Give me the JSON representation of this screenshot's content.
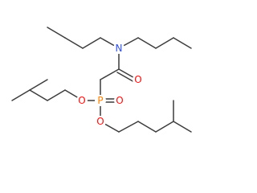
{
  "atoms": {
    "nitrogen": {
      "label": "N",
      "color": "#3050f8"
    },
    "carbonyl_oxygen": {
      "label": "O",
      "color": "#ff0d0d"
    },
    "phosphorus": {
      "label": "P",
      "color": "#ff8000"
    },
    "phosphoryl_oxygen": {
      "label": "O",
      "color": "#ff0d0d"
    },
    "ester_oxygen_left": {
      "label": "O",
      "color": "#ff0d0d"
    },
    "ester_oxygen_right": {
      "label": "O",
      "color": "#ff0d0d"
    }
  },
  "colors": {
    "bond": "#3c3c3c",
    "background": "#ffffff"
  }
}
